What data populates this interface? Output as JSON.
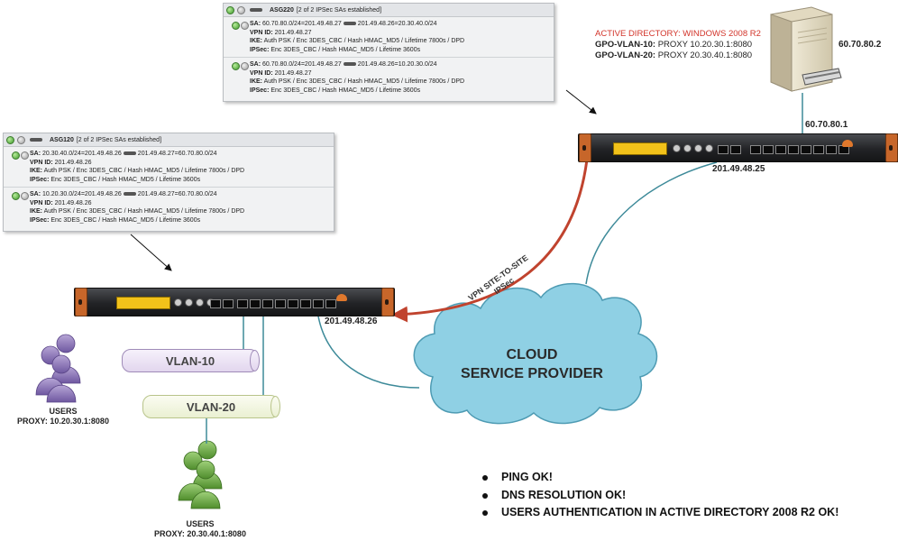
{
  "asg220_panel": {
    "name": "ASG220",
    "status": "[2 of 2 IPSec SAs established]",
    "entries": [
      {
        "sa_left": "60.70.80.0/24=201.49.48.27",
        "sa_right": "201.49.48.26=20.30.40.0/24",
        "vpn_id": "201.49.48.27",
        "ike": "Auth PSK / Enc 3DES_CBC / Hash HMAC_MD5 / Lifetime 7800s / DPD",
        "ipsec": "Enc 3DES_CBC / Hash HMAC_MD5 / Lifetime 3600s"
      },
      {
        "sa_left": "60.70.80.0/24=201.49.48.27",
        "sa_right": "201.49.48.26=10.20.30.0/24",
        "vpn_id": "201.49.48.27",
        "ike": "Auth PSK / Enc 3DES_CBC / Hash HMAC_MD5 / Lifetime 7800s / DPD",
        "ipsec": "Enc 3DES_CBC / Hash HMAC_MD5 / Lifetime 3600s"
      }
    ]
  },
  "asg120_panel": {
    "name": "ASG120",
    "status": "[2 of 2 IPSec SAs established]",
    "entries": [
      {
        "sa_left": "20.30.40.0/24=201.49.48.26",
        "sa_right": "201.49.48.27=60.70.80.0/24",
        "vpn_id": "201.49.48.26",
        "ike": "Auth PSK / Enc 3DES_CBC / Hash HMAC_MD5 / Lifetime 7800s / DPD",
        "ipsec": "Enc 3DES_CBC / Hash HMAC_MD5 / Lifetime 3600s"
      },
      {
        "sa_left": "10.20.30.0/24=201.49.48.26",
        "sa_right": "201.49.48.27=60.70.80.0/24",
        "vpn_id": "201.49.48.26",
        "ike": "Auth PSK / Enc 3DES_CBC / Hash HMAC_MD5 / Lifetime 7800s / DPD",
        "ipsec": "Enc 3DES_CBC / Hash HMAC_MD5 / Lifetime 3600s"
      }
    ]
  },
  "field_labels": {
    "sa": "SA:",
    "vpn_id": "VPN ID:",
    "ike": "IKE:",
    "ipsec": "IPSec:"
  },
  "active_directory": {
    "title": "ACTIVE DIRECTORY: WINDOWS 2008 R2",
    "gpo_vlan10_label": "GPO-VLAN-10:",
    "gpo_vlan10_value": "PROXY 10.20.30.1:8080",
    "gpo_vlan20_label": "GPO-VLAN-20:",
    "gpo_vlan20_value": "PROXY 20.30.40.1:8080",
    "server_ip": "60.70.80.2",
    "lan_ip": "60.70.80.1"
  },
  "right_gateway_ip": "201.49.48.25",
  "left_gateway_ip": "201.49.48.26",
  "vpn_link": {
    "line1": "VPN SITE-TO-SITE",
    "line2": "IPSec"
  },
  "cloud": {
    "line1": "CLOUD",
    "line2": "SERVICE PROVIDER"
  },
  "vlans": {
    "vlan10": "VLAN-10",
    "vlan20": "VLAN-20"
  },
  "users_vlan10": {
    "label": "USERS",
    "proxy": "PROXY: 10.20.30.1:8080"
  },
  "users_vlan20": {
    "label": "USERS",
    "proxy": "PROXY: 20.30.40.1:8080"
  },
  "results": [
    "PING OK!",
    "DNS RESOLUTION OK!",
    "USERS AUTHENTICATION IN ACTIVE DIRECTORY 2008 R2 OK!"
  ],
  "colors": {
    "vpn_arrow": "#c0432e",
    "link_line": "#3d8a99",
    "cloud_fill": "#8fd0e4",
    "cloud_stroke": "#4e9bb3",
    "users_vlan10_fill": "#8a72b3",
    "users_vlan20_fill": "#6ea544",
    "ad_title": "#d2342a"
  }
}
